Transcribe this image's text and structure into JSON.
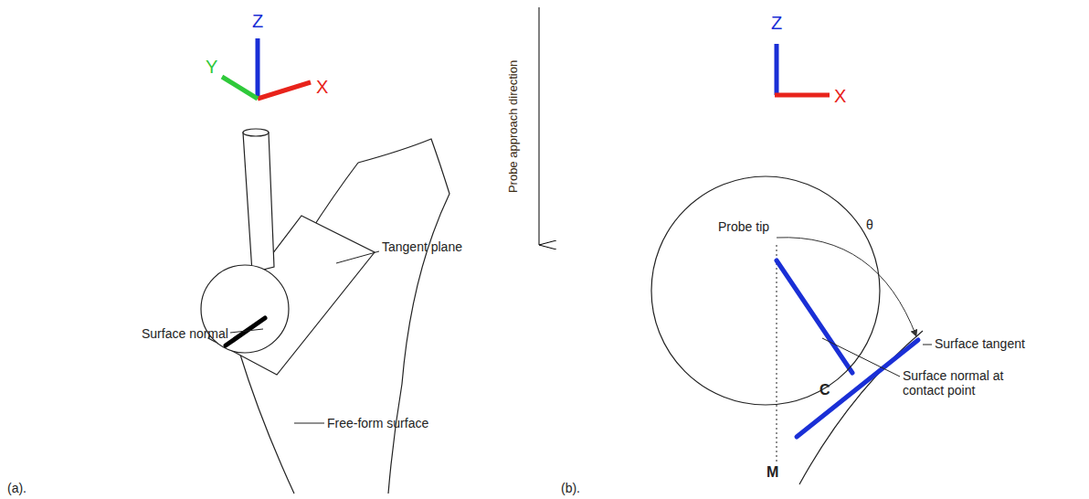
{
  "diagram": {
    "nodes": [
      {
        "text": [
          "Probe tip"
        ]
      }
    ],
    "labels": [
      "Z",
      "Y",
      "X",
      "Surface normal",
      "Tangent plane",
      "Free-form surface",
      "(a).",
      "Probe approach direction",
      "Z",
      "X",
      "θ",
      "Surface tangent",
      "Surface normal at contact point",
      "C",
      "M",
      "(b)."
    ]
  }
}
